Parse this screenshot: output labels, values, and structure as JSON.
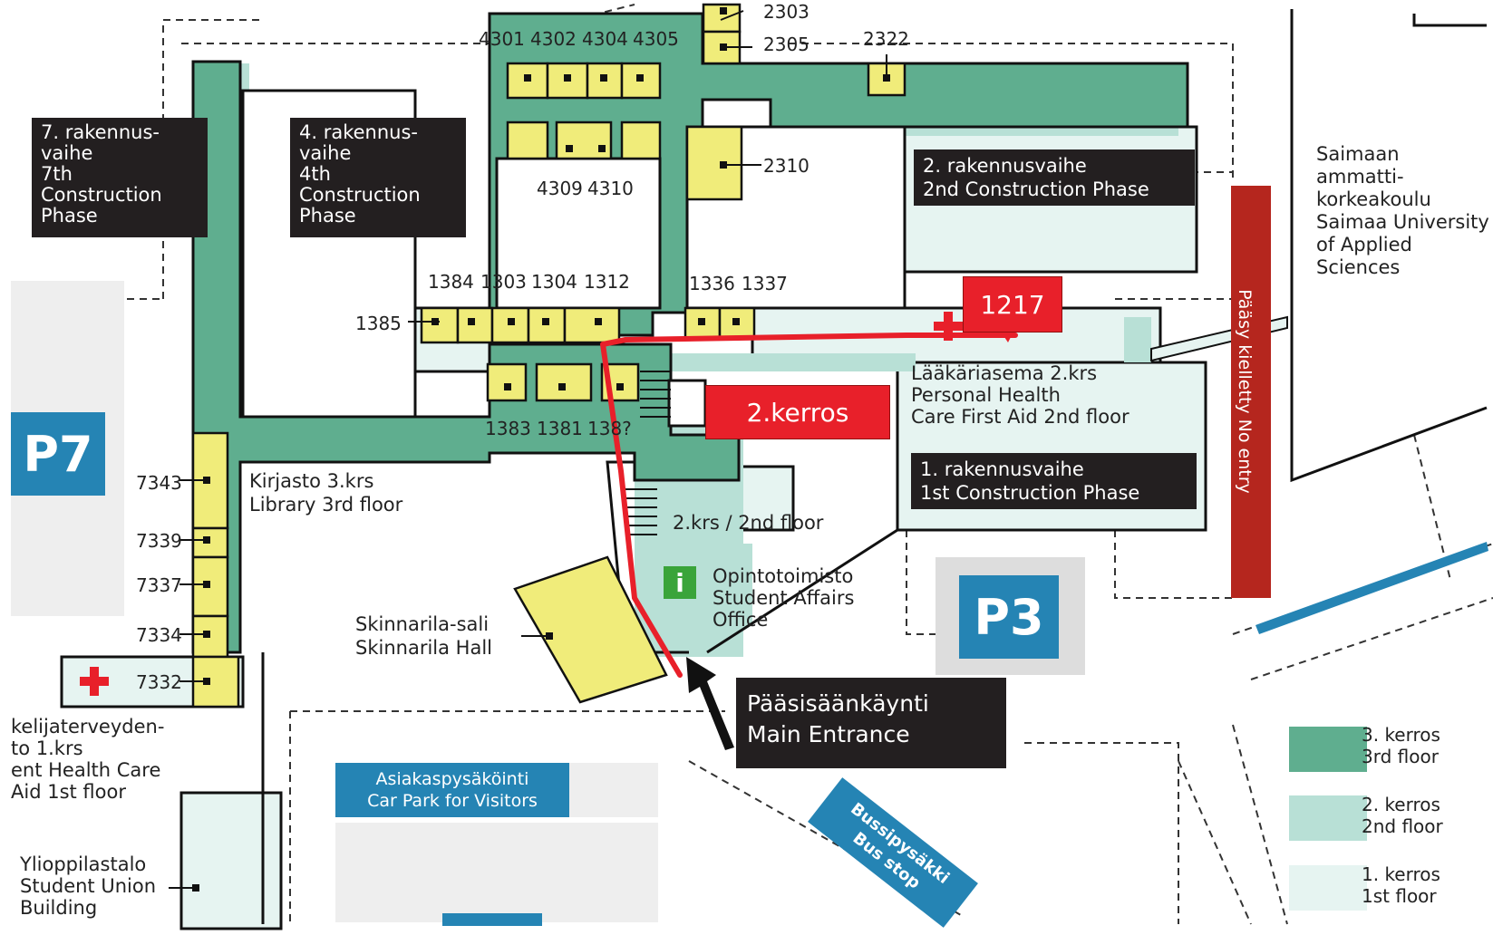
{
  "colors": {
    "floor3": "#5fae8f",
    "floor2": "#b8e0d6",
    "floor1": "#e6f4f1",
    "room": "#f0ec7a",
    "route": "#e8202a",
    "dark_label": "#231f20",
    "parking": "#2584b4"
  },
  "phases": {
    "phase7": "7. rakennus-\nvaihe\n7th\nConstruction\nPhase",
    "phase4": "4. rakennus-\nvaihe\n4th\nConstruction\nPhase",
    "phase2": "2. rakennusvaihe\n2nd Construction Phase",
    "phase1": "1. rakennusvaihe\n1st Construction Phase"
  },
  "rooms": {
    "r2303": "2303",
    "r2305": "2305",
    "r2322": "2322",
    "r2310": "2310",
    "r4301": "4301",
    "r4302": "4302",
    "r4304": "4304",
    "r4305": "4305",
    "r4309": "4309",
    "r4310": "4310",
    "r1384": "1384",
    "r1303": "1303",
    "r1304": "1304",
    "r1312": "1312",
    "r1336": "1336",
    "r1337": "1337",
    "r1385": "1385",
    "r1383": "1383",
    "r1381": "1381",
    "r138x": "138?",
    "r7343": "7343",
    "r7339": "7339",
    "r7337": "7337",
    "r7334": "7334",
    "r7332": "7332"
  },
  "labels": {
    "saimaa": "Saimaan\nammatti-\nkorkeakoulu\nSaimaa University\nof Applied\nSciences",
    "library": "Kirjasto 3.krs\nLibrary 3rd floor",
    "health": "Lääkäriasema 2.krs\nPersonal  Health\nCare First Aid 2nd floor",
    "floor2": "2.krs / 2nd floor",
    "student_affairs": "Opintotoimisto\nStudent Affairs\nOffice",
    "hall": "Skinnarila-sali\nSkinnarila Hall",
    "student_health": "kelijaterveyden-\nto 1.krs\nent Health Care\nAid 1st floor",
    "union": "Ylioppilastalo\nStudent Union\nBuilding",
    "no_entry": "Pääsy kielletty  No entry",
    "info_icon": "i"
  },
  "highlights": {
    "room_1217": "1217",
    "kerros2": "2.kerros"
  },
  "entrance": "Pääsisäänkäynti\nMain Entrance",
  "parking": {
    "p7": "P7",
    "p3": "P3",
    "visitors": "Asiakaspysäköinti\nCar Park for Visitors",
    "bus_stop": "Bussipysäkki\nBus stop"
  },
  "legend": [
    {
      "label": "3. kerros\n3rd floor",
      "color": "#5fae8f"
    },
    {
      "label": "2. kerros\n2nd floor",
      "color": "#b8e0d6"
    },
    {
      "label": "1. kerros\n1st floor",
      "color": "#e6f4f1"
    }
  ]
}
